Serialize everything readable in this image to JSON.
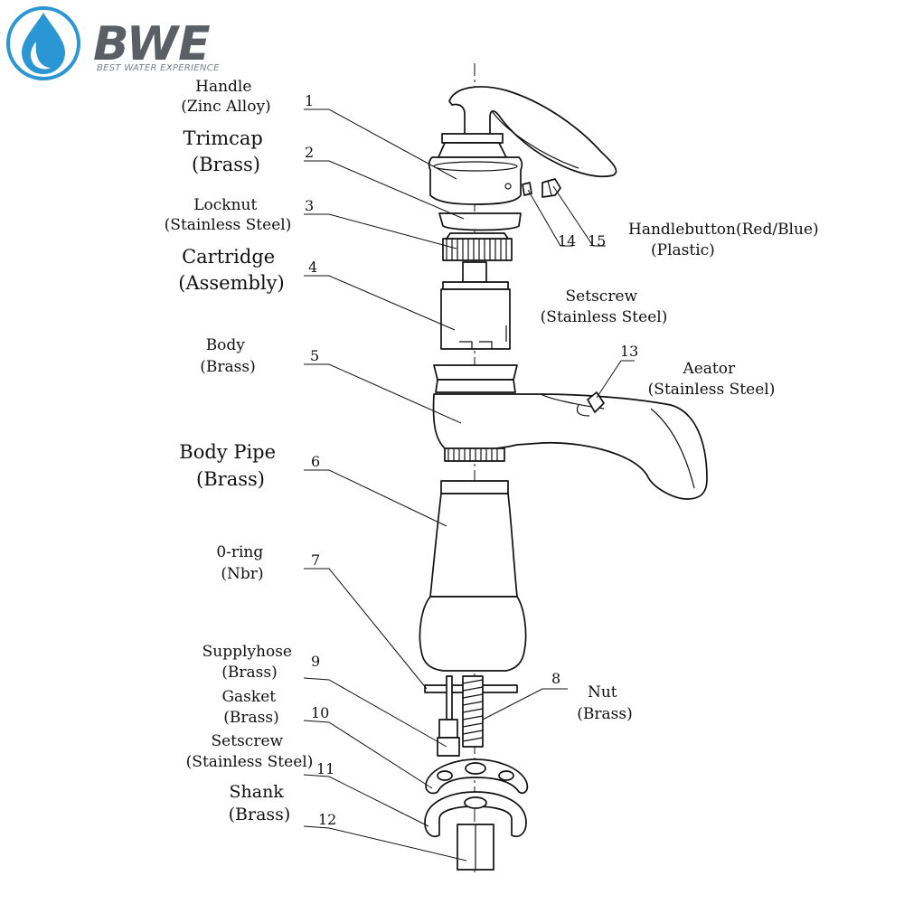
{
  "logo": {
    "name": "BWE",
    "tagline": "BEST WATER EXPERIENCE",
    "color": "#2a96d4",
    "text_color": "#5a5f66"
  },
  "parts": [
    {
      "number": "1",
      "label": [
        "Handle",
        "(Zinc Alloy)"
      ]
    },
    {
      "number": "2",
      "label": [
        "Trimcap",
        "(Brass)"
      ]
    },
    {
      "number": "3",
      "label": [
        "Locknut",
        "(Stainless Steel)"
      ]
    },
    {
      "number": "4",
      "label": [
        "Cartridge",
        "(Assembly)"
      ]
    },
    {
      "number": "5",
      "label": [
        "Body",
        "(Brass)"
      ]
    },
    {
      "number": "6",
      "label": [
        "Body Pipe",
        "(Brass)"
      ]
    },
    {
      "number": "7",
      "label": [
        "0-ring",
        "(Nbr)"
      ]
    },
    {
      "number": "8",
      "label": [
        "Nut",
        "(Brass)"
      ]
    },
    {
      "number": "9",
      "label": [
        "Supplyhose",
        "(Brass)"
      ]
    },
    {
      "number": "10",
      "label": [
        "Gasket",
        "(Brass)"
      ]
    },
    {
      "number": "11",
      "label": [
        "Setscrew",
        "(Stainless Steel)"
      ]
    },
    {
      "number": "12",
      "label": [
        "Shank",
        "(Brass)"
      ]
    },
    {
      "number": "13",
      "label": [
        "Aeator",
        "(Stainless Steel)"
      ]
    },
    {
      "number": "14",
      "label": [
        "Setscrew",
        "(Stainless Steel)"
      ]
    },
    {
      "number": "15",
      "label": [
        "Handlebutton(Red/Blue)",
        "(Plastic)"
      ]
    }
  ]
}
